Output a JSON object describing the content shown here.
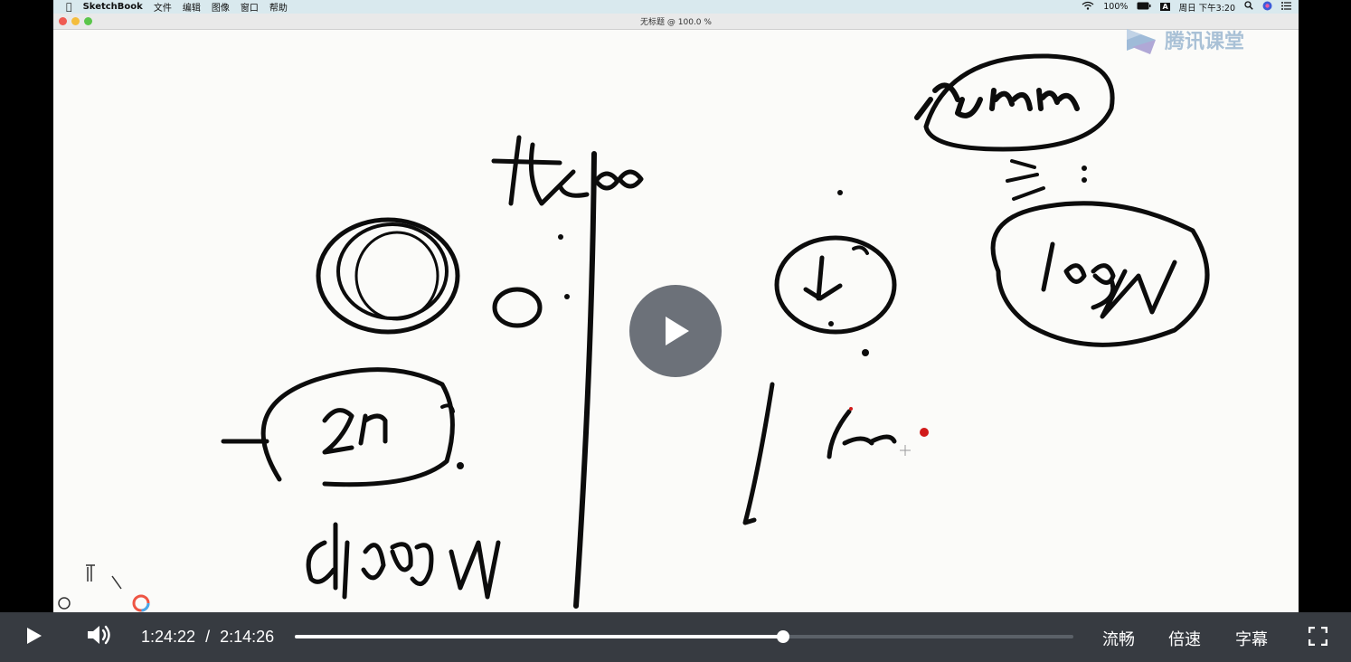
{
  "menubar": {
    "app_name": "SketchBook",
    "menus": [
      "文件",
      "编辑",
      "图像",
      "窗口",
      "帮助"
    ],
    "battery": "100%",
    "clock": "周日 下午3:20",
    "input_badge": "A"
  },
  "window": {
    "title": "无标题 @ 100.0 %"
  },
  "watermark": {
    "text": "腾讯课堂"
  },
  "player": {
    "current_time": "1:24:22",
    "separator": "/",
    "duration": "2:14:26",
    "progress_fraction": 0.627,
    "quality_label": "流畅",
    "speed_label": "倍速",
    "subtitle_label": "字幕",
    "icons": [
      "play-icon",
      "volume-icon",
      "fullscreen-icon"
    ],
    "accent_color": "#ffffff",
    "bar_color": "#3a3e44"
  }
}
